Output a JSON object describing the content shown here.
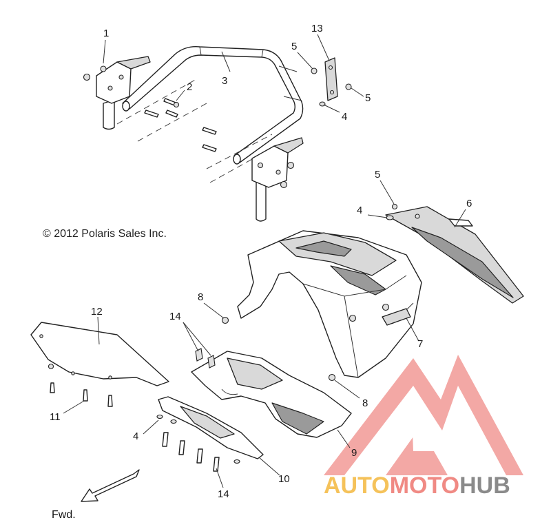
{
  "copyright": "© 2012 Polaris Sales Inc.",
  "direction_label": "Fwd.",
  "callouts": [
    {
      "id": "c1",
      "text": "1"
    },
    {
      "id": "c2",
      "text": "2"
    },
    {
      "id": "c3",
      "text": "3"
    },
    {
      "id": "c13",
      "text": "13"
    },
    {
      "id": "c5a",
      "text": "5"
    },
    {
      "id": "c5b",
      "text": "5"
    },
    {
      "id": "c4a",
      "text": "4"
    },
    {
      "id": "c5c",
      "text": "5"
    },
    {
      "id": "c4b",
      "text": "4"
    },
    {
      "id": "c6",
      "text": "6"
    },
    {
      "id": "c7",
      "text": "7"
    },
    {
      "id": "c8a",
      "text": "8"
    },
    {
      "id": "c8b",
      "text": "8"
    },
    {
      "id": "c12",
      "text": "12"
    },
    {
      "id": "c14a",
      "text": "14"
    },
    {
      "id": "c11",
      "text": "11"
    },
    {
      "id": "c4c",
      "text": "4"
    },
    {
      "id": "c9",
      "text": "9"
    },
    {
      "id": "c10",
      "text": "10"
    },
    {
      "id": "c14b",
      "text": "14"
    }
  ],
  "watermark": {
    "word_auto": "AUTO",
    "word_moto": "MOTO",
    "word_hub": "HUB",
    "color_auto": "#f5c25a",
    "color_moto": "#f08a84",
    "color_hub": "#8a8a8a",
    "logo_color": "#f29a96"
  }
}
